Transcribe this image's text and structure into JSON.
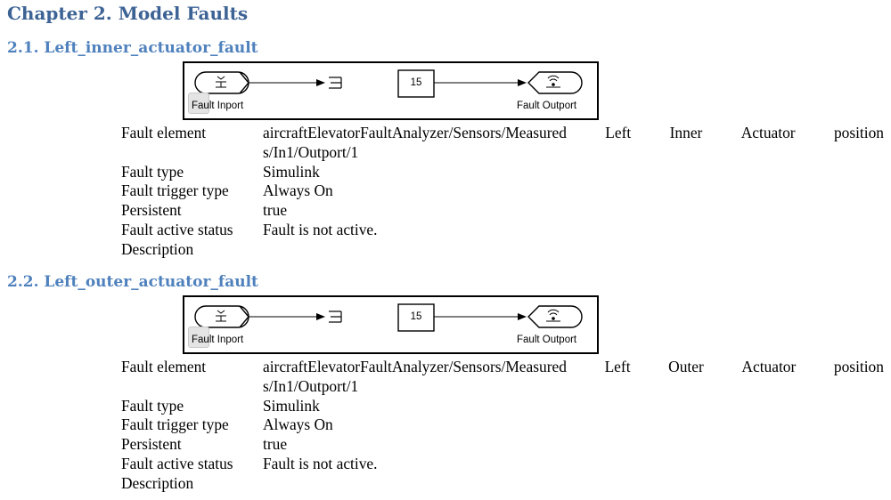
{
  "chapter_title": "Chapter 2. Model Faults",
  "sections": [
    {
      "heading": "2.1. Left_inner_actuator_fault",
      "diagram": {
        "constant_value": "15",
        "inport_label": "Fault Inport",
        "outport_label": "Fault Outport"
      },
      "labels": {
        "element": "Fault element",
        "type": "Fault type",
        "trigger": "Fault trigger type",
        "persistent": "Persistent",
        "status": "Fault active status",
        "description": "Description"
      },
      "values": {
        "element_words": [
          "aircraftElevatorFaultAnalyzer/Sensors/Measured",
          "Left",
          "Inner",
          "Actuator",
          "position"
        ],
        "element_cont": "s/In1/Outport/1",
        "type": "Simulink",
        "trigger": "Always On",
        "persistent": "true",
        "status": "Fault is not active.",
        "description": ""
      }
    },
    {
      "heading": "2.2. Left_outer_actuator_fault",
      "diagram": {
        "constant_value": "15",
        "inport_label": "Fault Inport",
        "outport_label": "Fault Outport"
      },
      "labels": {
        "element": "Fault element",
        "type": "Fault type",
        "trigger": "Fault trigger type",
        "persistent": "Persistent",
        "status": "Fault active status",
        "description": "Description"
      },
      "values": {
        "element_words": [
          "aircraftElevatorFaultAnalyzer/Sensors/Measured",
          "Left",
          "Outer",
          "Actuator",
          "position"
        ],
        "element_cont": "s/In1/Outport/1",
        "type": "Simulink",
        "trigger": "Always On",
        "persistent": "true",
        "status": "Fault is not active.",
        "description": ""
      }
    }
  ]
}
